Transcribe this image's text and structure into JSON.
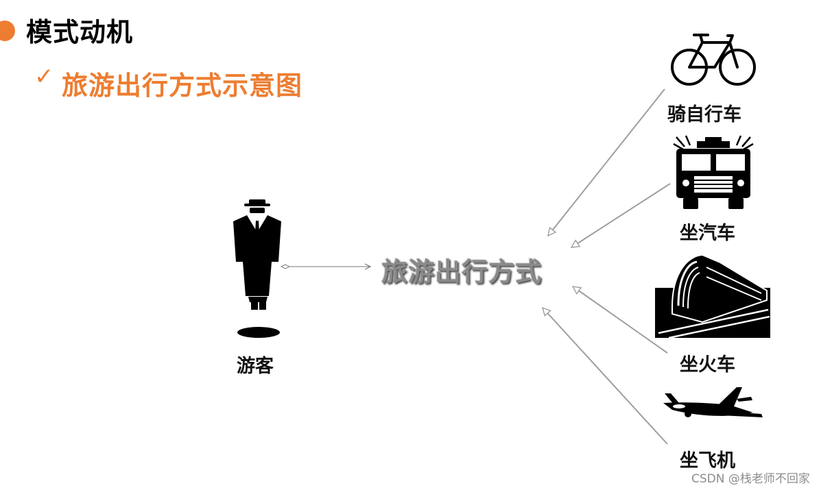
{
  "slide": {
    "title": "模式动机",
    "subtitle": "旅游出行方式示意图",
    "check_glyph": "✓"
  },
  "diagram": {
    "center": "旅游出行方式",
    "tourist": {
      "label": "游客",
      "icon": "man-in-suit-icon"
    },
    "transports": [
      {
        "label": "骑自行车",
        "icon": "bicycle-icon"
      },
      {
        "label": "坐汽车",
        "icon": "fire-truck-icon"
      },
      {
        "label": "坐火车",
        "icon": "train-icon"
      },
      {
        "label": "坐飞机",
        "icon": "airplane-icon"
      }
    ]
  },
  "watermark": "CSDN @栈老师不回家",
  "colors": {
    "accent": "#ED7D31",
    "arrow": "#9e9e9e"
  }
}
